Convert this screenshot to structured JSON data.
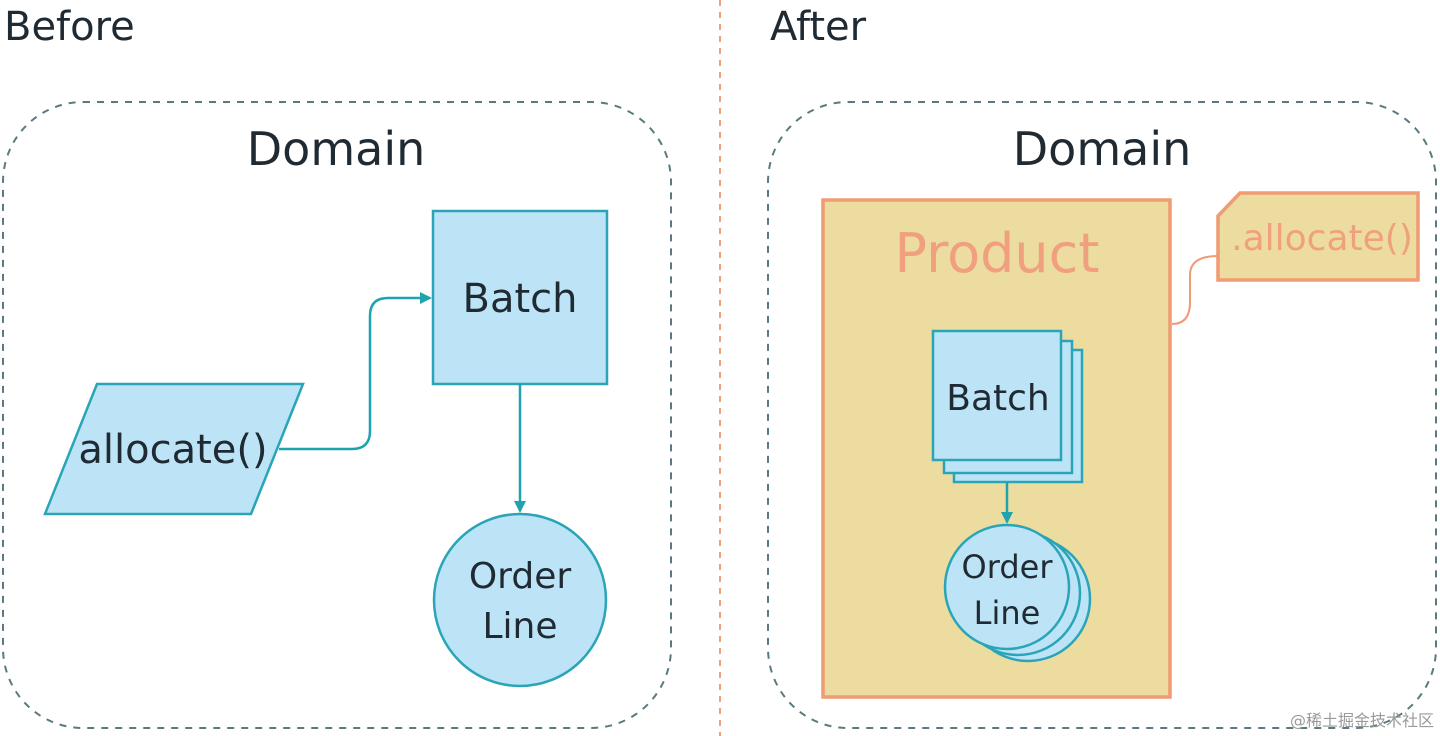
{
  "before": {
    "heading": "Before",
    "domain_label": "Domain",
    "function_label": "allocate()",
    "batch_label": "Batch",
    "order_line_label": [
      "Order",
      "Line"
    ]
  },
  "after": {
    "heading": "After",
    "domain_label": "Domain",
    "product_label": "Product",
    "method_label": ".allocate()",
    "batch_label": "Batch",
    "order_line_label": [
      "Order",
      "Line"
    ]
  },
  "watermark": "@稀土掘金技术社区",
  "colors": {
    "blue_fill": "#bde3f6",
    "blue_stroke": "#2aa5b8",
    "arrow": "#1fa3ad",
    "domain_border": "#5a7a80",
    "divider": "#f0a07e",
    "product_fill": "#ecdca0",
    "product_stroke": "#ef9b73",
    "text": "#1f2a33"
  }
}
